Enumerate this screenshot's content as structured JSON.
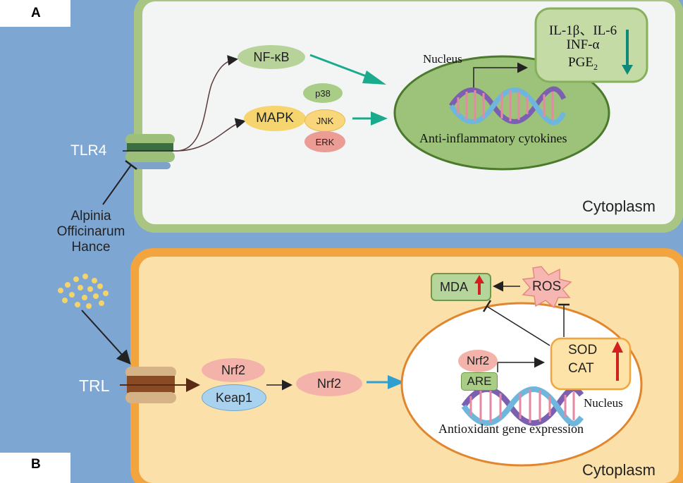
{
  "panel_labels": {
    "a": "A",
    "b": "B"
  },
  "left_column": {
    "tlr4": "TLR4",
    "trl": "TRL",
    "drug_line1": "Alpinia",
    "drug_line2": "Officinarum",
    "drug_line3": "Hance"
  },
  "panel_a": {
    "nfkb": "NF-κB",
    "mapk": "MAPK",
    "p38": "p38",
    "jnk": "JNK",
    "erk": "ERK",
    "nucleus": "Nucleus",
    "cytokines_caption": "Anti-inflammatory cytokines",
    "cytokine_line1": "IL-1β、IL-6",
    "cytokine_line2": "INF-α",
    "cytokine_line3_main": "PGE",
    "cytokine_line3_sub": "2",
    "cytoplasm": "Cytoplasm"
  },
  "panel_b": {
    "nrf2_complex": "Nrf2",
    "keap1": "Keap1",
    "nrf2_free": "Nrf2",
    "nrf2_nuclear": "Nrf2",
    "are": "ARE",
    "nucleus": "Nucleus",
    "expression_caption": "Antioxidant gene expression",
    "sod": "SOD",
    "cat": "CAT",
    "mda": "MDA",
    "ros": "ROS",
    "cytoplasm": "Cytoplasm"
  },
  "colors": {
    "membrane_blue": "#7ea6d2",
    "green_border": "#a8c583",
    "orange_border": "#f2a43e",
    "teal_arrow": "#1aaa8c",
    "blue_arrow": "#2f9fd0",
    "up_arrow": "#d21f1f",
    "down_arrow": "#0f8a78"
  }
}
